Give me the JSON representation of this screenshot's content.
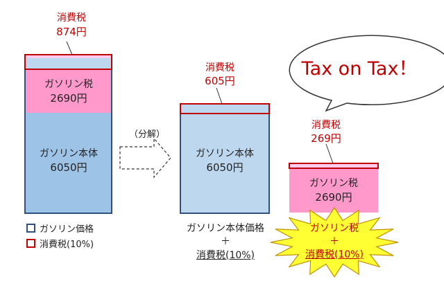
{
  "bar_full": {
    "consumption_tax_label": "消費税",
    "consumption_tax_value": "874円",
    "gasoline_tax_label": "ガソリン税",
    "gasoline_tax_value": "2690円",
    "body_label": "ガソリン本体",
    "body_value": "6050円"
  },
  "arrow_label": "（分解）",
  "bar_body": {
    "consumption_tax_label": "消費税",
    "consumption_tax_value": "605円",
    "body_label": "ガソリン本体",
    "body_value": "6050円",
    "caption_line1": "ガソリン本体価格",
    "caption_plus": "＋",
    "caption_line2": "消費税(10%)"
  },
  "bar_tax": {
    "consumption_tax_label": "消費税",
    "consumption_tax_value": "269円",
    "gasoline_tax_label": "ガソリン税",
    "gasoline_tax_value": "2690円"
  },
  "bubble_text": "Tax on Tax！",
  "star": {
    "line1": "ガソリン税",
    "plus": "＋",
    "line2": "消費税(10%)"
  },
  "legend": [
    {
      "label": "ガソリン価格",
      "color": "#2f4f7f"
    },
    {
      "label": "消費税(10%)",
      "color": "#c00000"
    }
  ],
  "colors": {
    "blue": "#9dc3e6",
    "light_blue": "#bdd7ee",
    "pink": "#ff99cc",
    "red": "#c00000",
    "yellow": "#ffff33"
  }
}
